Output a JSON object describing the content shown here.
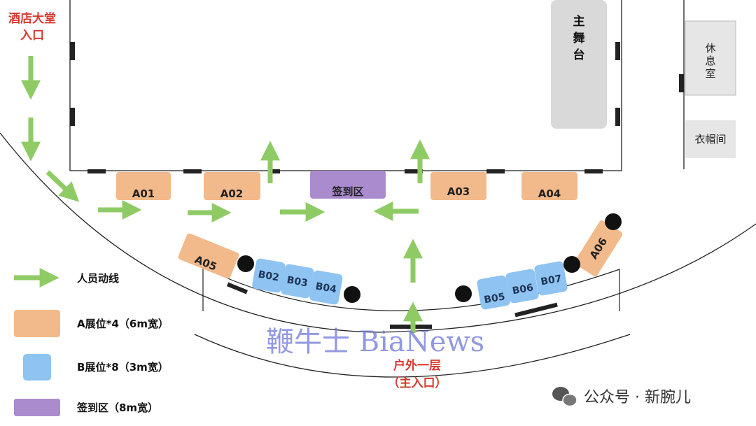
{
  "entrances": {
    "hotel_lobby": [
      "酒店大堂",
      "入口"
    ],
    "outdoor_main": [
      "户外一层",
      "（主入口）"
    ]
  },
  "rooms": {
    "main_stage": [
      "主",
      "舞",
      "台"
    ],
    "lounge": [
      "休",
      "息",
      "室"
    ],
    "cloakroom": "衣帽间"
  },
  "booths_a": [
    "A01",
    "A02",
    "A03",
    "A04",
    "A05",
    "A06"
  ],
  "booths_b": [
    "B02",
    "B03",
    "B04",
    "B05",
    "B06",
    "B07"
  ],
  "signin": "签到区",
  "legend": {
    "flow": "人员动线",
    "a": "A展位*4（6m宽）",
    "b": "B展位*8（3m宽）",
    "signin": "签到区（8m宽）"
  },
  "watermark": "鞭牛士 BiaNews",
  "wechat": "公众号 · 新腕儿",
  "colors": {
    "booth_a": "#f2b98a",
    "booth_b": "#8ec3f2",
    "signin": "#a98bce",
    "arrow": "#8fcb65",
    "entrance_text": "#d63a2f",
    "stage": "#d9d9d9"
  }
}
